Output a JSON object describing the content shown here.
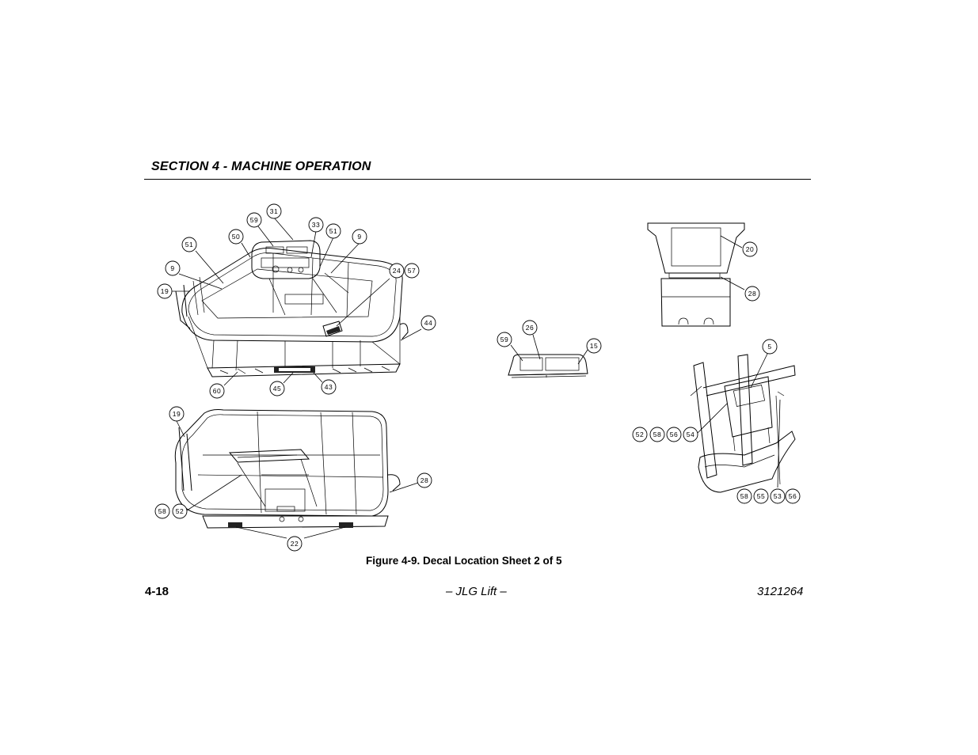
{
  "header": {
    "section_title": "SECTION 4 - MACHINE OPERATION"
  },
  "figure": {
    "caption": "Figure 4-9. Decal Location Sheet 2 of 5",
    "callouts": {
      "platform_top": [
        "31",
        "59",
        "33",
        "51",
        "9",
        "50",
        "51",
        "9",
        "19",
        "24",
        "57",
        "44",
        "60",
        "45",
        "43"
      ],
      "platform_bottom": [
        "19",
        "28",
        "58",
        "52",
        "22"
      ],
      "control_box": [
        "59",
        "26",
        "15"
      ],
      "console": [
        "20",
        "28"
      ],
      "side_panel": [
        "5",
        "52",
        "58",
        "56",
        "54",
        "58",
        "55",
        "53",
        "56"
      ]
    }
  },
  "footer": {
    "page_number": "4-18",
    "center_text": "– JLG Lift –",
    "doc_number": "3121264"
  }
}
